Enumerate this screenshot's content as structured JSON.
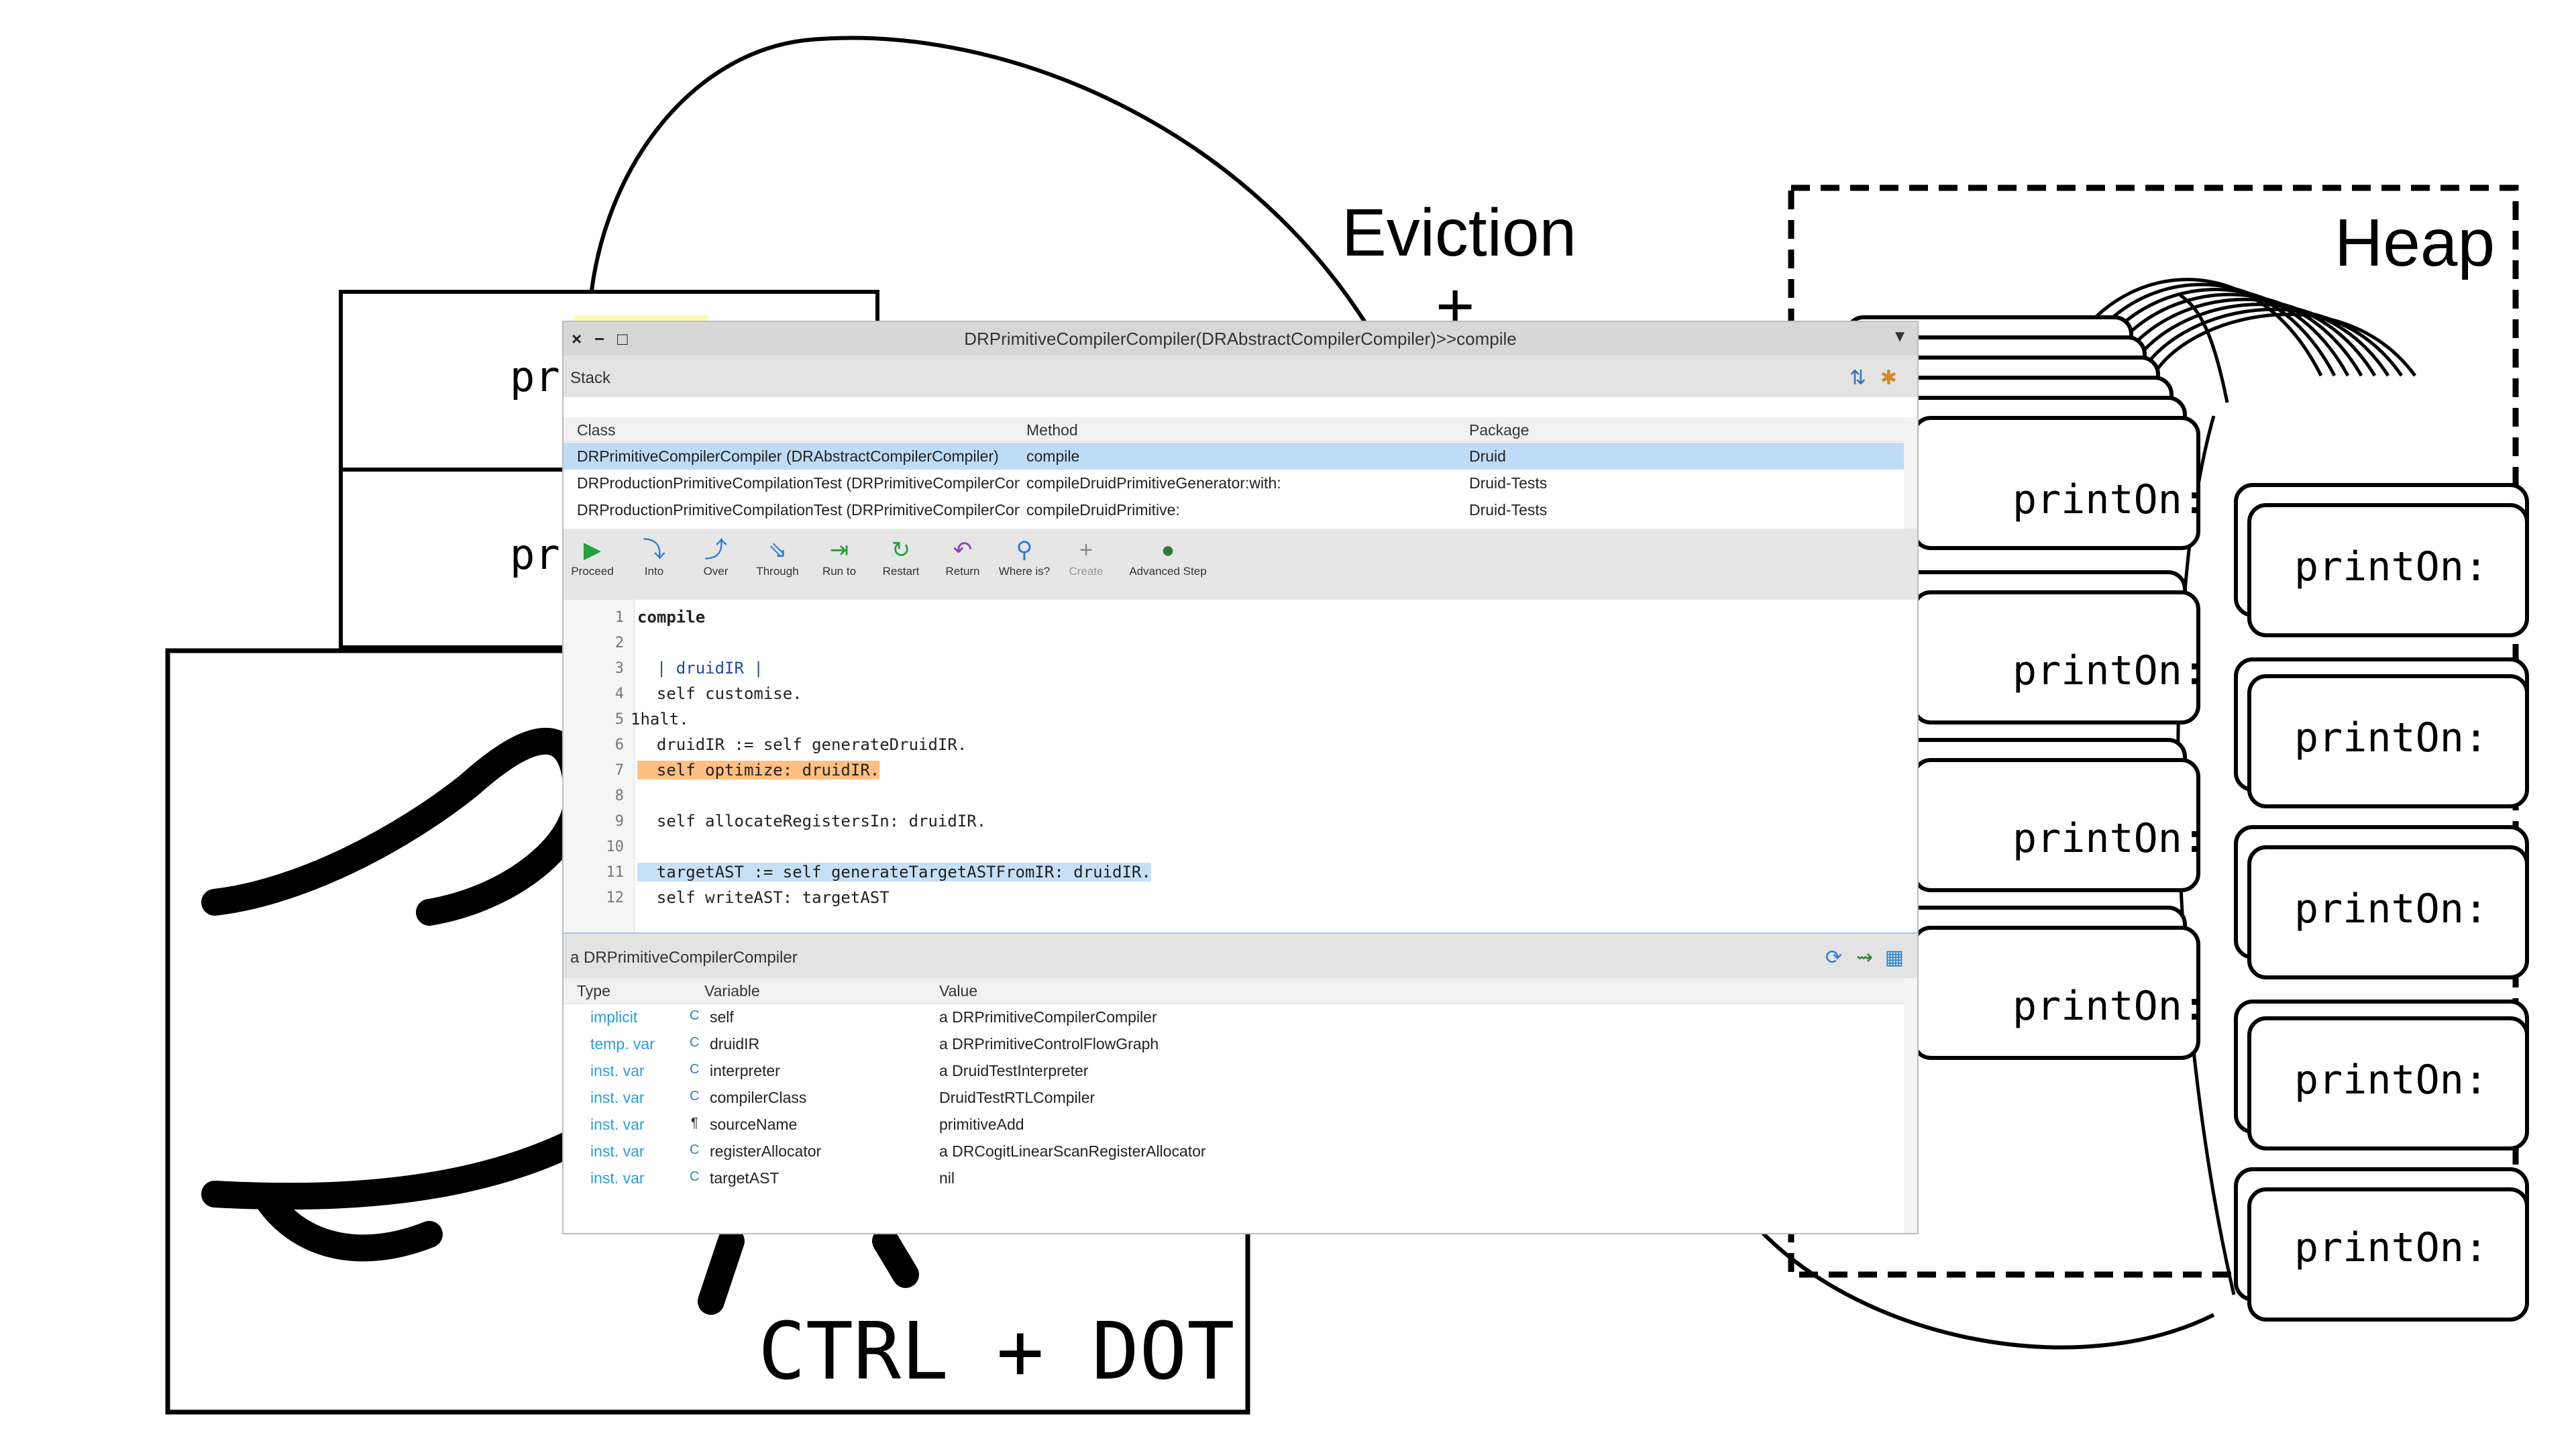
{
  "diagram": {
    "eviction_label": "Eviction",
    "eviction_plus": "+",
    "heap_label": "Heap",
    "ctrl_dot_label": "CTRL + DOT",
    "stack_frame_label_partial": "pr",
    "heap_frames": [
      "printOn:",
      "printOn:",
      "printOn:",
      "printOn:"
    ],
    "heap_frames_right": [
      "printOn:",
      "printOn:",
      "printOn:",
      "printOn:",
      "printOn:"
    ]
  },
  "debugger": {
    "title": "DRPrimitiveCompilerCompiler(DRAbstractCompilerCompiler)>>compile",
    "stack_label": "Stack",
    "stack_columns": [
      "Class",
      "Method",
      "Package"
    ],
    "stack_rows": [
      {
        "class": "DRPrimitiveCompilerCompiler (DRAbstractCompilerCompiler)",
        "method": "compile",
        "package": "Druid"
      },
      {
        "class": "DRProductionPrimitiveCompilationTest (DRPrimitiveCompilerCompilerTest)",
        "method": "compileDruidPrimitiveGenerator:with:",
        "package": "Druid-Tests"
      },
      {
        "class": "DRProductionPrimitiveCompilationTest (DRPrimitiveCompilerCompilerTest)",
        "method": "compileDruidPrimitive:",
        "package": "Druid-Tests"
      }
    ],
    "toolbar": [
      {
        "label": "Proceed",
        "icon": "play-icon",
        "glyph": "▶",
        "color": "#1fa33a"
      },
      {
        "label": "Into",
        "icon": "step-into-icon",
        "glyph": "⤵",
        "color": "#2a7fd0"
      },
      {
        "label": "Over",
        "icon": "step-over-icon",
        "glyph": "⤴",
        "color": "#2a7fd0"
      },
      {
        "label": "Through",
        "icon": "step-through-icon",
        "glyph": "⇘",
        "color": "#2a7fd0"
      },
      {
        "label": "Run to",
        "icon": "run-to-icon",
        "glyph": "⇥",
        "color": "#1fa33a"
      },
      {
        "label": "Restart",
        "icon": "restart-icon",
        "glyph": "↻",
        "color": "#1fa33a"
      },
      {
        "label": "Return",
        "icon": "return-icon",
        "glyph": "↶",
        "color": "#8c3fb5"
      },
      {
        "label": "Where is?",
        "icon": "search-icon",
        "glyph": "⚲",
        "color": "#2a7fd0"
      },
      {
        "label": "Create",
        "icon": "plus-icon",
        "glyph": "+",
        "color": "#888888"
      },
      {
        "label": "Advanced Step",
        "icon": "bomb-icon",
        "glyph": "●",
        "color": "#2f7d32"
      }
    ],
    "code_lines": [
      "compile",
      "",
      "  | druidIR |",
      "  self customise.",
      "1halt.",
      "  druidIR := self generateDruidIR.",
      "  self optimize: druidIR.",
      "",
      "  self allocateRegistersIn: druidIR.",
      "",
      "  targetAST := self generateTargetASTFromIR: druidIR.",
      "  self writeAST: targetAST"
    ],
    "inspector_label": "a DRPrimitiveCompilerCompiler",
    "inspector_columns": [
      "Type",
      "Variable",
      "Value"
    ],
    "inspector_rows": [
      {
        "type": "implicit",
        "icon": "class-icon",
        "glyph": "C",
        "variable": "self",
        "value": "a DRPrimitiveCompilerCompiler"
      },
      {
        "type": "temp. var",
        "icon": "class-icon",
        "glyph": "C",
        "variable": "druidIR",
        "value": "a DRPrimitiveControlFlowGraph"
      },
      {
        "type": "inst. var",
        "icon": "class-icon",
        "glyph": "C",
        "variable": "interpreter",
        "value": "a DruidTestInterpreter"
      },
      {
        "type": "inst. var",
        "icon": "class-icon",
        "glyph": "C",
        "variable": "compilerClass",
        "value": "DruidTestRTLCompiler"
      },
      {
        "type": "inst. var",
        "icon": "paragraph-icon",
        "glyph": "¶",
        "variable": "sourceName",
        "value": "primitiveAdd"
      },
      {
        "type": "inst. var",
        "icon": "class-icon",
        "glyph": "C",
        "variable": "registerAllocator",
        "value": "a DRCogitLinearScanRegisterAllocator"
      },
      {
        "type": "inst. var",
        "icon": "class-icon",
        "glyph": "C",
        "variable": "targetAST",
        "value": "nil"
      }
    ]
  }
}
